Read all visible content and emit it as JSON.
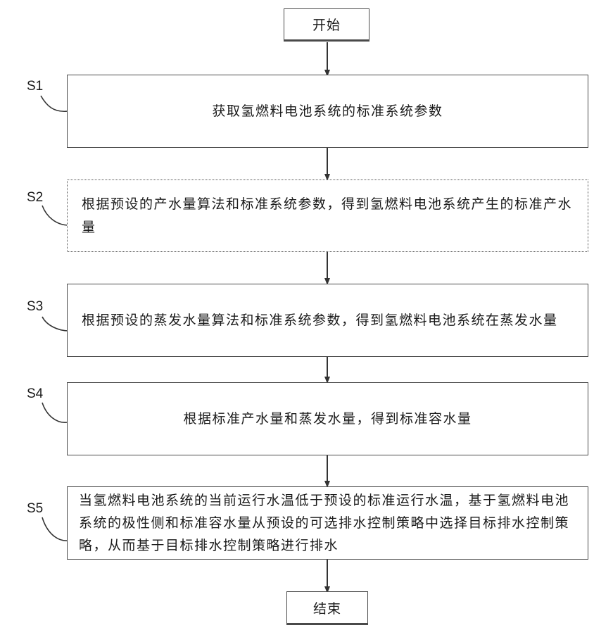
{
  "start": {
    "label": "开始"
  },
  "end": {
    "label": "结束"
  },
  "steps": [
    {
      "id": "S1",
      "text": "获取氢燃料电池系统的标准系统参数"
    },
    {
      "id": "S2",
      "text": "根据预设的产水量算法和标准系统参数，得到氢燃料电池系统产生的标准产水量"
    },
    {
      "id": "S3",
      "text": "根据预设的蒸发水量算法和标准系统参数，得到氢燃料电池系统在蒸发水量"
    },
    {
      "id": "S4",
      "text": "根据标准产水量和蒸发水量，得到标准容水量"
    },
    {
      "id": "S5",
      "text": "当氢燃料电池系统的当前运行水温低于预设的标准运行水温，基于氢燃料电池系统的极性侧和标准容水量从预设的可选排水控制策略中选择目标排水控制策略，从而基于目标排水控制策略进行排水"
    }
  ],
  "colors": {
    "stroke": "#4a4a4a",
    "text": "#1a1a1a",
    "background": "#ffffff"
  }
}
